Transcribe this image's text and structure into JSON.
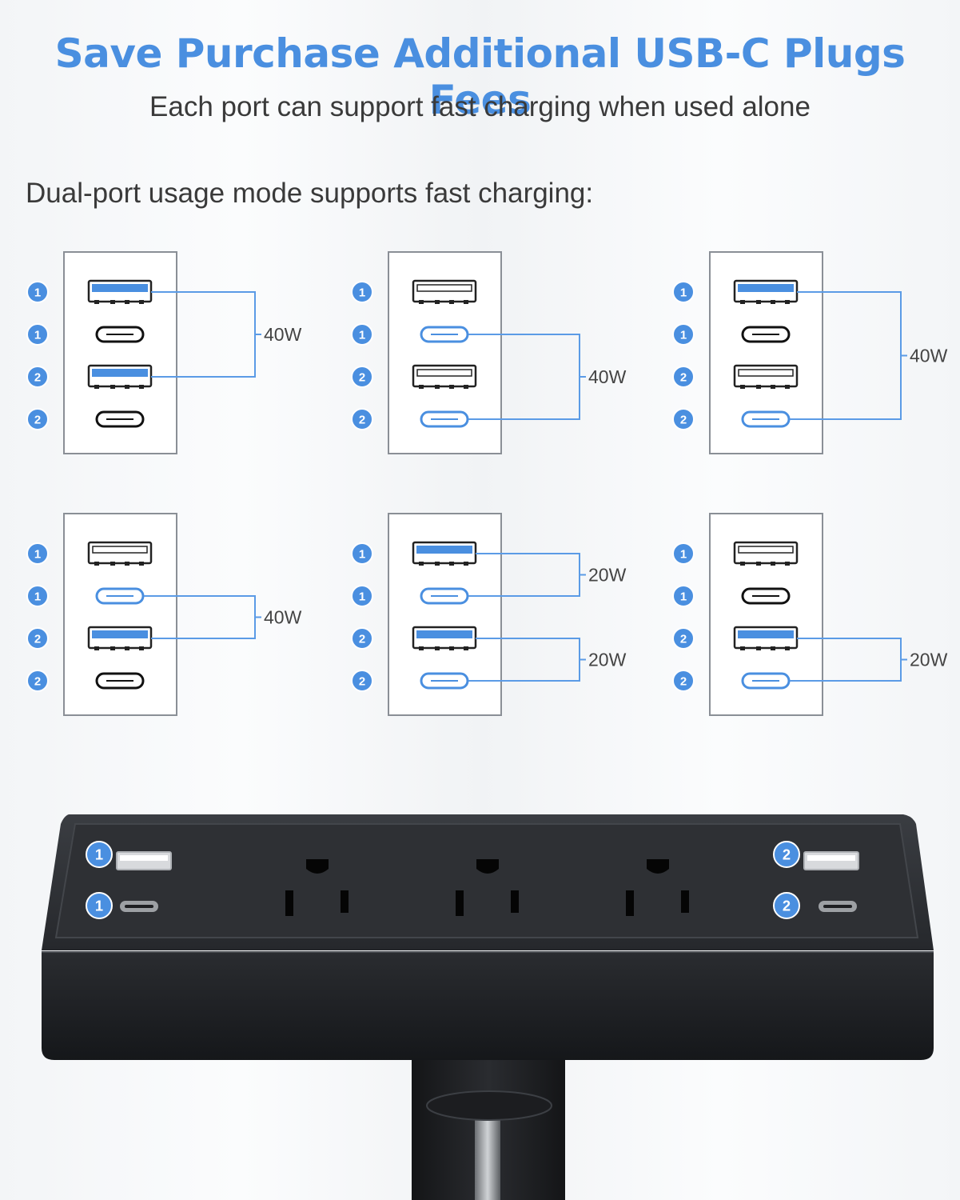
{
  "header": {
    "title": "Save Purchase Additional USB-C Plugs Fees",
    "subtitle": "Each port can support fast charging when used alone",
    "dual_label": "Dual-port usage mode supports fast charging:"
  },
  "colors": {
    "accent": "#4a8fe0",
    "text": "#3a3a3a",
    "port_active": "#4a8fe0",
    "port_inactive": "#111111",
    "bracket_line": "#5b9be6"
  },
  "port_labels": [
    "1",
    "1",
    "2",
    "2"
  ],
  "port_types": [
    "usb-a",
    "usb-c",
    "usb-a",
    "usb-c"
  ],
  "modes": [
    {
      "active": [
        0,
        2
      ],
      "highlight": [],
      "brackets": [
        {
          "ports": [
            0,
            2
          ],
          "label": "40W"
        }
      ]
    },
    {
      "active": [],
      "highlight": [
        1,
        3
      ],
      "brackets": [
        {
          "ports": [
            1,
            3
          ],
          "label": "40W"
        }
      ]
    },
    {
      "active": [
        0
      ],
      "highlight": [
        3
      ],
      "brackets": [
        {
          "ports": [
            0,
            3
          ],
          "label": "40W"
        }
      ]
    },
    {
      "active": [
        2
      ],
      "highlight": [
        1
      ],
      "brackets": [
        {
          "ports": [
            1,
            2
          ],
          "label": "40W"
        }
      ]
    },
    {
      "active": [
        0,
        2
      ],
      "highlight": [
        1,
        3
      ],
      "brackets": [
        {
          "ports": [
            0,
            1
          ],
          "label": "20W"
        },
        {
          "ports": [
            2,
            3
          ],
          "label": "20W"
        }
      ]
    },
    {
      "active": [
        2
      ],
      "highlight": [
        3
      ],
      "brackets": [
        {
          "ports": [
            2,
            3
          ],
          "label": "20W"
        }
      ]
    }
  ],
  "device": {
    "left_usb_labels": [
      "1",
      "1"
    ],
    "right_usb_labels": [
      "2",
      "2"
    ],
    "outlet_count": 3
  }
}
